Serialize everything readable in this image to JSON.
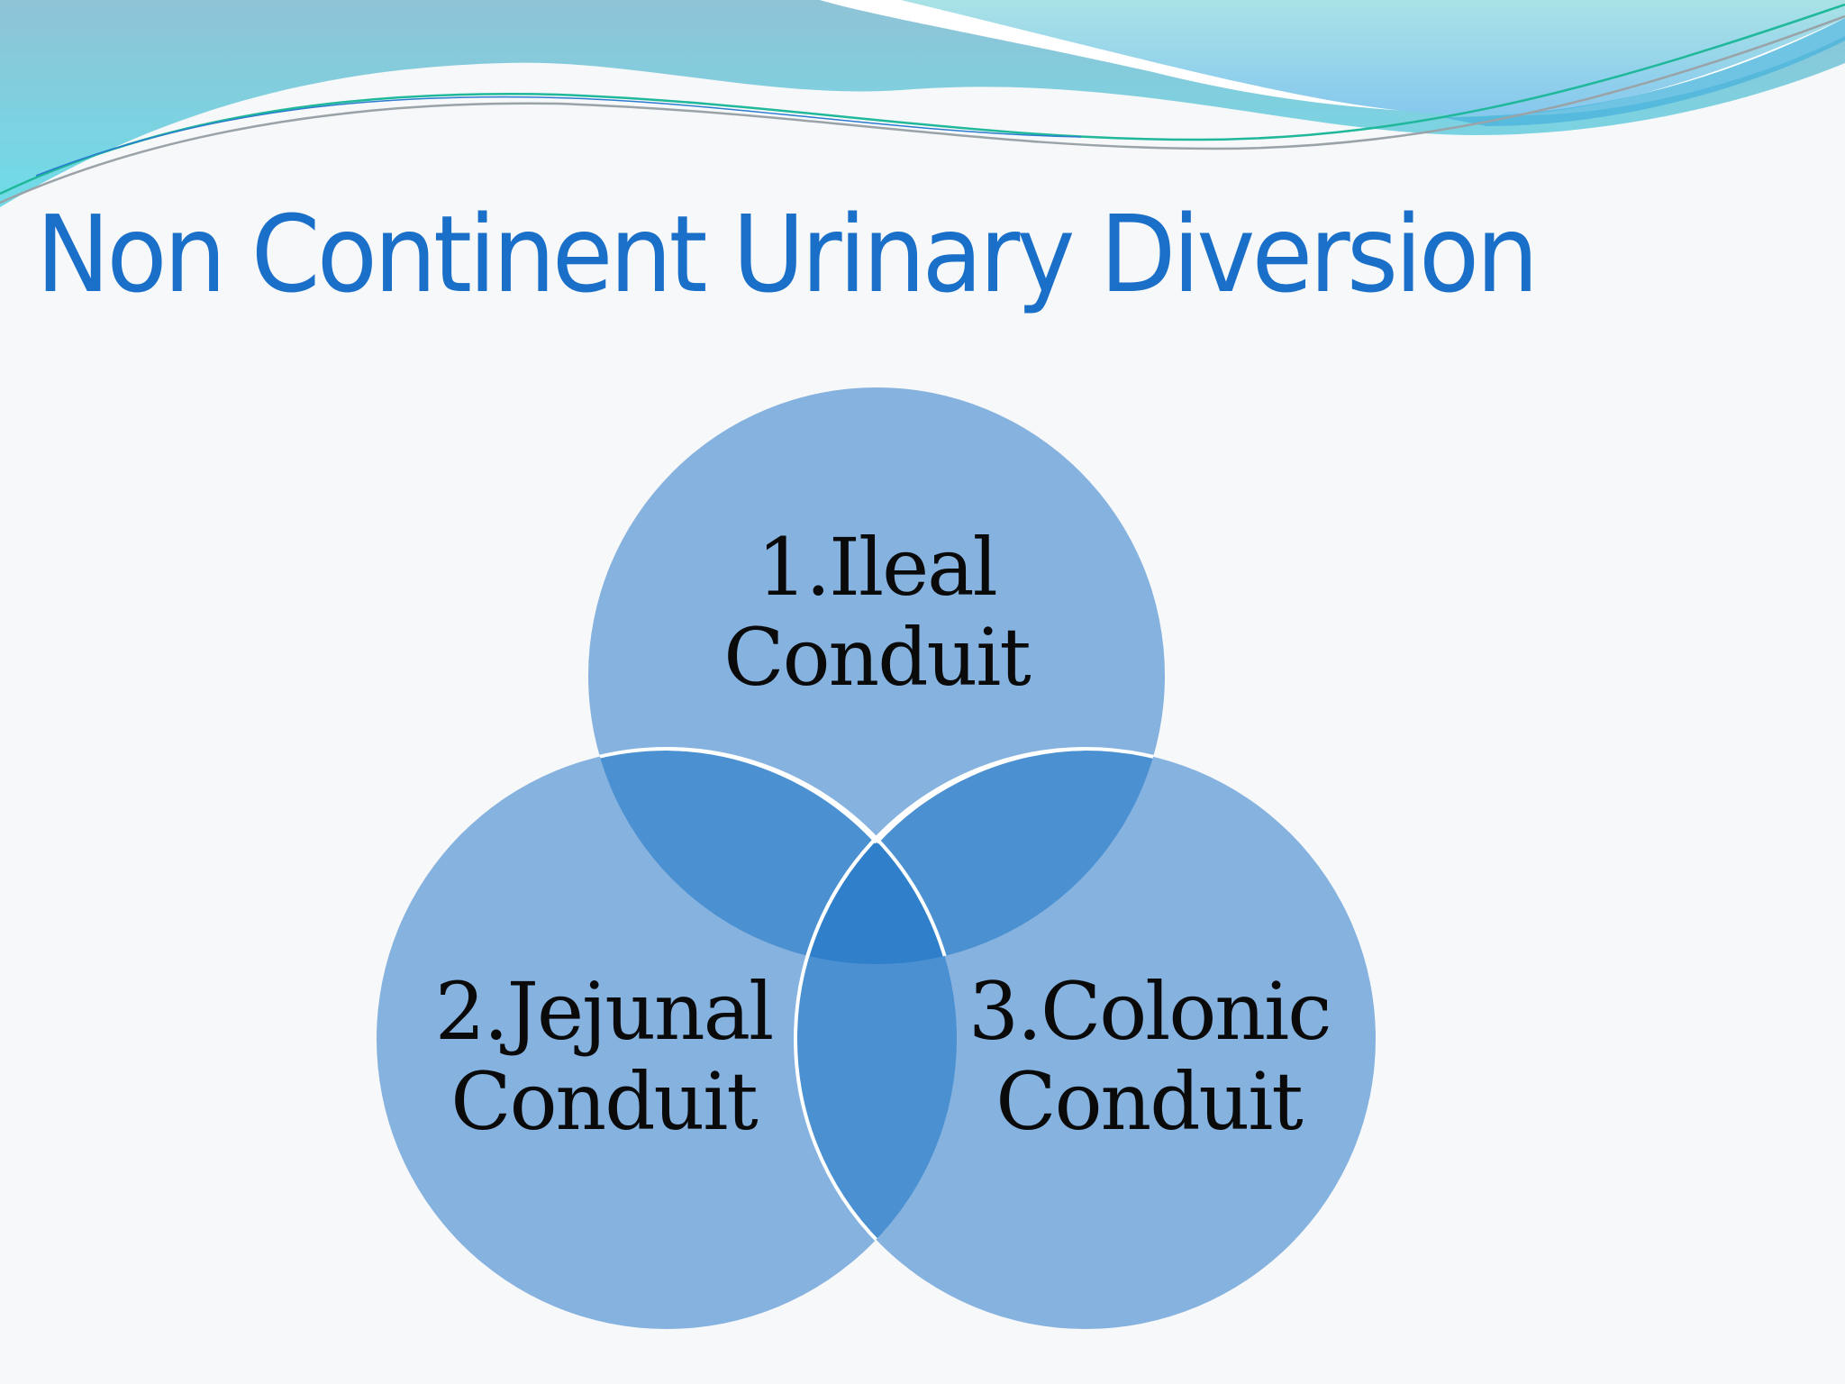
{
  "slide": {
    "title": "Non Continent Urinary Diversion",
    "colors": {
      "title": "#1a6fc9",
      "circle_fill": "#86b2e0",
      "pair_overlap": "#4b90d1",
      "center_overlap": "#2f7fcb",
      "circle_stroke": "#ffffff",
      "label_text": "#0a0a0a"
    }
  },
  "chart_data": {
    "type": "venn",
    "title": "Non Continent Urinary Diversion",
    "sets": [
      {
        "id": "ileal",
        "line1": "1.Ileal",
        "line2": "Conduit",
        "position": "top"
      },
      {
        "id": "jejunal",
        "line1": "2.Jejunal",
        "line2": "Conduit",
        "position": "bottom-left"
      },
      {
        "id": "colonic",
        "line1": "3.Colonic",
        "line2": "Conduit",
        "position": "bottom-right"
      }
    ]
  }
}
